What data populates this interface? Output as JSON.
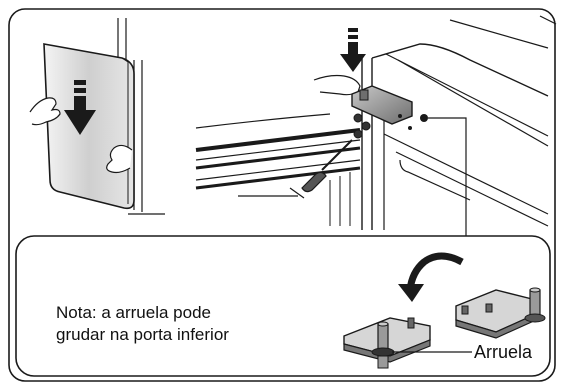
{
  "note": {
    "line1": "Nota: a arruela pode",
    "line2": "grudar na porta inferior"
  },
  "washer_label": "Arruela",
  "colors": {
    "line": "#1a1a1a",
    "panel_fill": "#ffffff",
    "door_fill": "#d9d9d9",
    "hinge_fill": "#9a9a9a",
    "hinge_dark": "#555555"
  },
  "icons": [
    "hand-icon",
    "down-arrow-icon",
    "screwdriver-icon",
    "curved-arrow-icon",
    "hinge-icon",
    "washer-icon"
  ]
}
